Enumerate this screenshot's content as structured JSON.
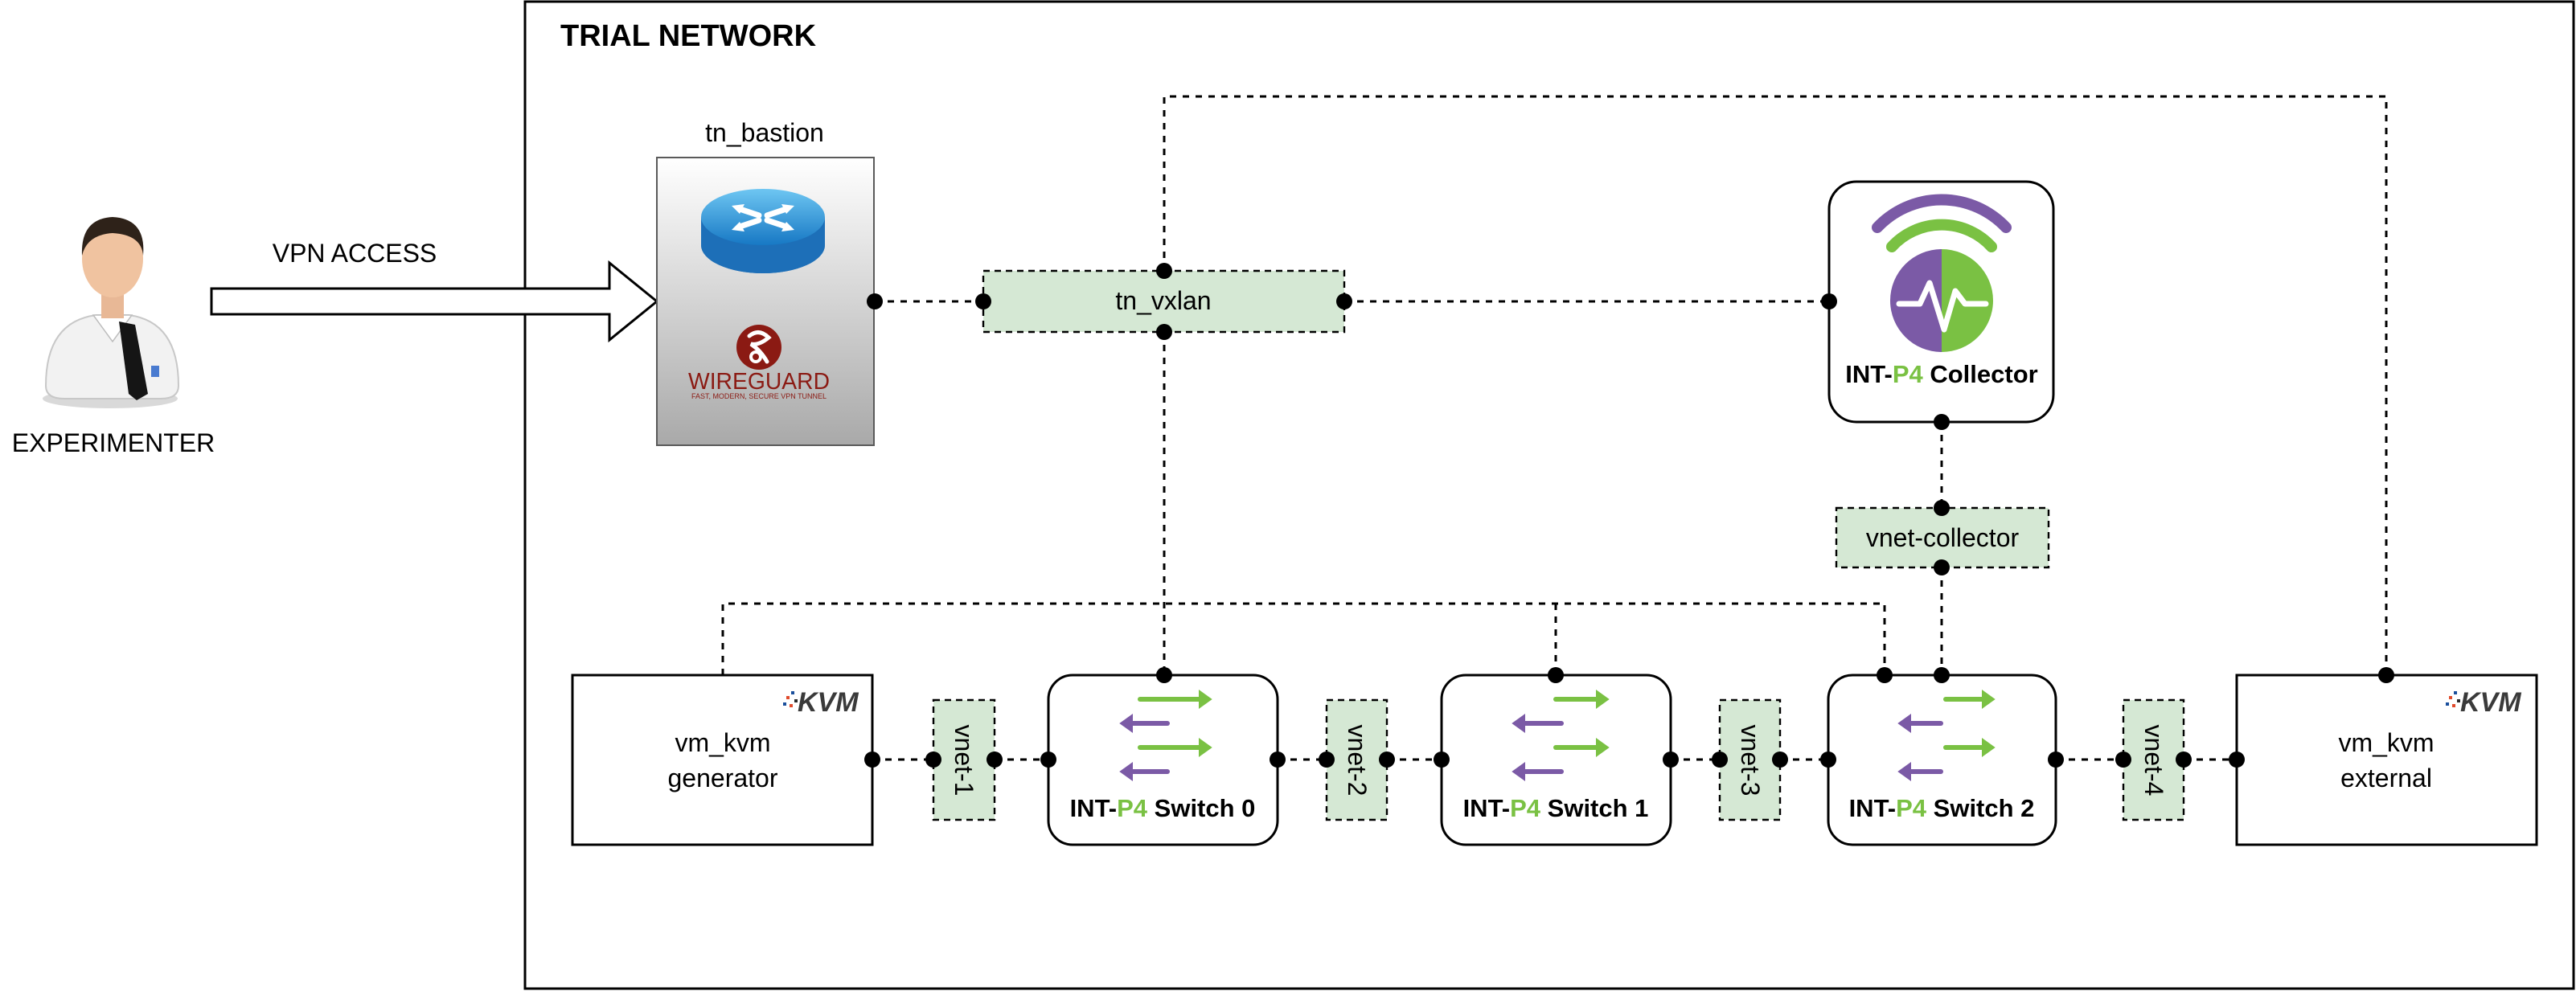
{
  "title": "TRIAL NETWORK",
  "experimenter": {
    "label": "EXPERIMENTER"
  },
  "vpn": {
    "label": "VPN ACCESS"
  },
  "bastion": {
    "label": "tn_bastion",
    "wireguard_name": "WIREGUARD",
    "wireguard_tagline": "FAST, MODERN, SECURE VPN TUNNEL"
  },
  "vxlan": {
    "label": "tn_vxlan"
  },
  "collector": {
    "prefix": "INT-",
    "p4": "P4",
    "suffix": " Collector"
  },
  "vnet_collector": {
    "label": "vnet-collector"
  },
  "kvm_badge": "KVM",
  "generator": {
    "line1": "vm_kvm",
    "line2": "generator"
  },
  "external": {
    "line1": "vm_kvm",
    "line2": "external"
  },
  "switches": [
    {
      "prefix": "INT-",
      "p4": "P4",
      "suffix": " Switch 0"
    },
    {
      "prefix": "INT-",
      "p4": "P4",
      "suffix": " Switch 1"
    },
    {
      "prefix": "INT-",
      "p4": "P4",
      "suffix": " Switch 2"
    }
  ],
  "vnets": [
    "vnet-1",
    "vnet-2",
    "vnet-3",
    "vnet-4"
  ],
  "colors": {
    "p4_green": "#7ac143",
    "purple": "#7b5aa6",
    "net_fill": "#d5e8d4",
    "kvm_text": "#3a3a3a"
  }
}
